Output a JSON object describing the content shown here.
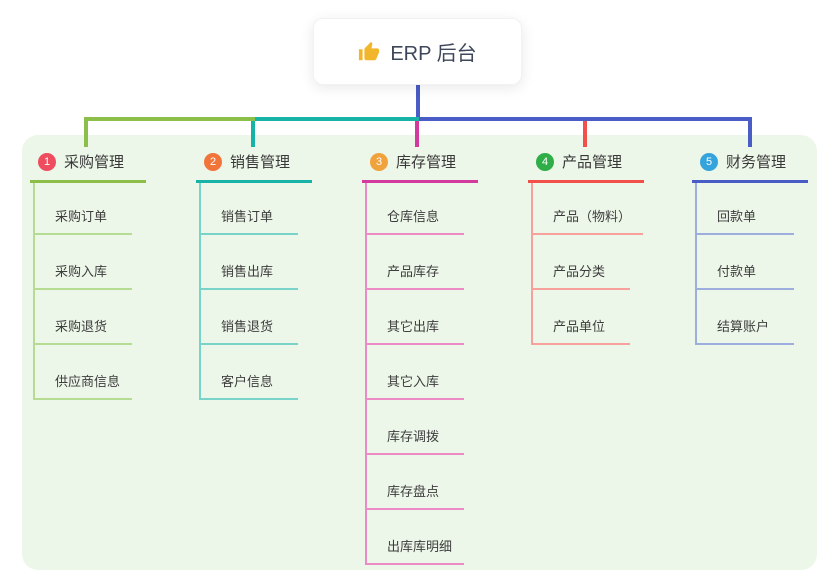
{
  "root": {
    "label": "ERP 后台",
    "icon": "thumbs-up-icon",
    "icon_color": "#f2b62c",
    "connector_color": "#4a5cc5",
    "background": "#ffffff"
  },
  "canvas": {
    "page_background": "#ffffff",
    "panel_background": "#edf7e9"
  },
  "branches": [
    {
      "index": "1",
      "label": "采购管理",
      "badge_color": "#ee4d5f",
      "line_color": "#8cbf4a",
      "child_line_color": "#b5dc92",
      "children": [
        "采购订单",
        "采购入库",
        "采购退货",
        "供应商信息"
      ]
    },
    {
      "index": "2",
      "label": "销售管理",
      "badge_color": "#f1753a",
      "line_color": "#17b3a6",
      "child_line_color": "#79d3c9",
      "children": [
        "销售订单",
        "销售出库",
        "销售退货",
        "客户信息"
      ]
    },
    {
      "index": "3",
      "label": "库存管理",
      "badge_color": "#f0a23d",
      "line_color": "#d23a9e",
      "child_line_color": "#ec8ac6",
      "children": [
        "仓库信息",
        "产品库存",
        "其它出库",
        "其它入库",
        "库存调拨",
        "库存盘点",
        "出库库明细"
      ]
    },
    {
      "index": "4",
      "label": "产品管理",
      "badge_color": "#2fae47",
      "line_color": "#f1514a",
      "child_line_color": "#f8a09b",
      "children": [
        "产品（物料）",
        "产品分类",
        "产品单位"
      ]
    },
    {
      "index": "5",
      "label": "财务管理",
      "badge_color": "#35a4dd",
      "line_color": "#4a5cc5",
      "child_line_color": "#9cadde",
      "children": [
        "回款单",
        "付款单",
        "结算账户"
      ]
    }
  ]
}
